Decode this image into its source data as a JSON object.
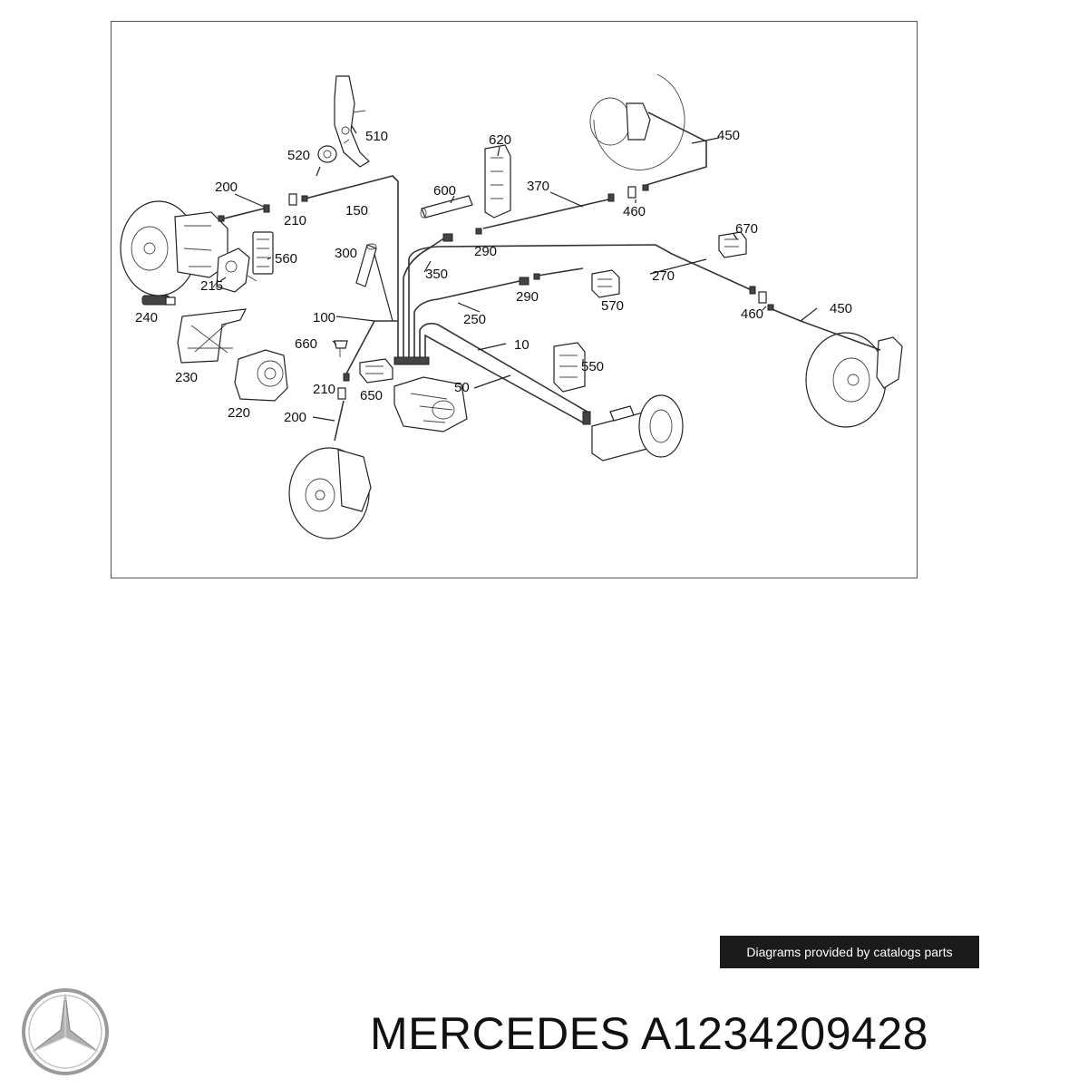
{
  "callouts": [
    "200",
    "210",
    "150",
    "520",
    "510",
    "620",
    "600",
    "370",
    "460",
    "450",
    "560",
    "300",
    "290",
    "350",
    "670",
    "215",
    "240",
    "230",
    "100",
    "660",
    "250",
    "270",
    "570",
    "210",
    "650",
    "10",
    "550",
    "50",
    "220",
    "200",
    "290",
    "460",
    "450"
  ],
  "banner_text": "Diagrams provided by catalogs parts",
  "footer": {
    "brand": "MERCEDES",
    "part_number": "A1234209428"
  },
  "icons": {
    "logo": "mercedes-star-logo"
  },
  "colors": {
    "banner_bg": "#1b1b1b",
    "logo_gray": "#9a9a9a"
  }
}
